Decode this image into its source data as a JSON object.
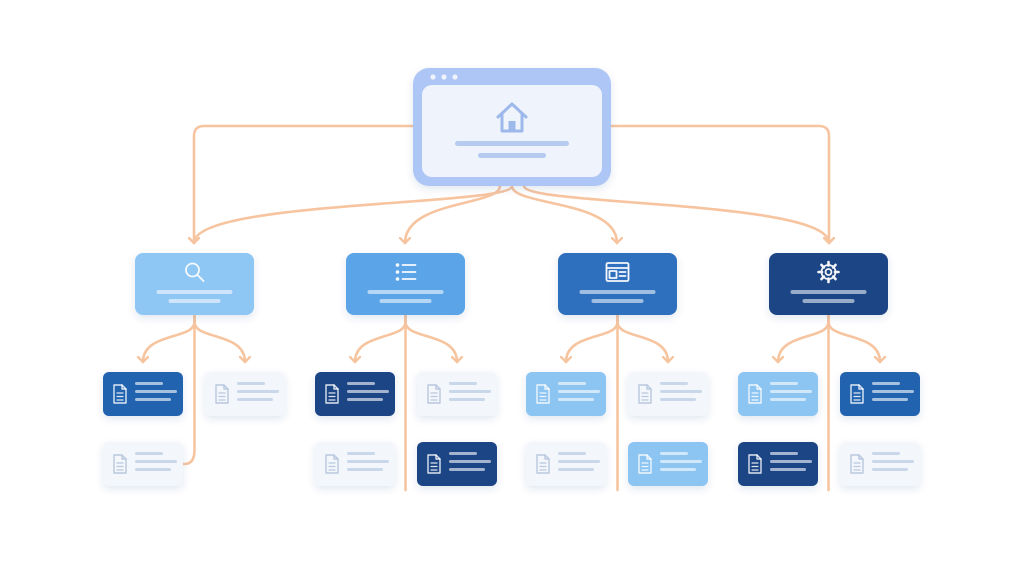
{
  "colors": {
    "background": "#ffffff",
    "connector": "#f7c4a0",
    "root_frame": "#aec6f5",
    "root_inner": "#eef3fc",
    "light_blue": "#8ec6f4",
    "mid_blue": "#5ba4e8",
    "blue": "#2f6fbd",
    "navy": "#1d4585",
    "doc_dark": "#2464b0",
    "doc_navy": "#1d4585",
    "doc_light": "#8cc4f2",
    "doc_white": "#f3f6fb"
  },
  "root": {
    "icon": "home-icon"
  },
  "sections": [
    {
      "icon": "search-icon",
      "fill": "#8ec6f4",
      "docs": [
        {
          "style": "dark",
          "icon": "document-icon"
        },
        {
          "style": "white",
          "icon": "document-icon"
        },
        {
          "style": "white",
          "icon": "document-icon"
        }
      ]
    },
    {
      "icon": "list-icon",
      "fill": "#5ba4e8",
      "docs": [
        {
          "style": "navy",
          "icon": "document-icon"
        },
        {
          "style": "white",
          "icon": "document-icon"
        },
        {
          "style": "white",
          "icon": "document-icon"
        },
        {
          "style": "navy",
          "icon": "document-icon"
        }
      ]
    },
    {
      "icon": "layout-icon",
      "fill": "#2f6fbd",
      "docs": [
        {
          "style": "light",
          "icon": "document-icon"
        },
        {
          "style": "white",
          "icon": "document-icon"
        },
        {
          "style": "white",
          "icon": "document-icon"
        },
        {
          "style": "light",
          "icon": "document-icon"
        }
      ]
    },
    {
      "icon": "gear-icon",
      "fill": "#1d4585",
      "docs": [
        {
          "style": "light",
          "icon": "document-icon"
        },
        {
          "style": "dark",
          "icon": "document-icon"
        },
        {
          "style": "navy",
          "icon": "document-icon"
        },
        {
          "style": "white",
          "icon": "document-icon"
        }
      ]
    }
  ]
}
